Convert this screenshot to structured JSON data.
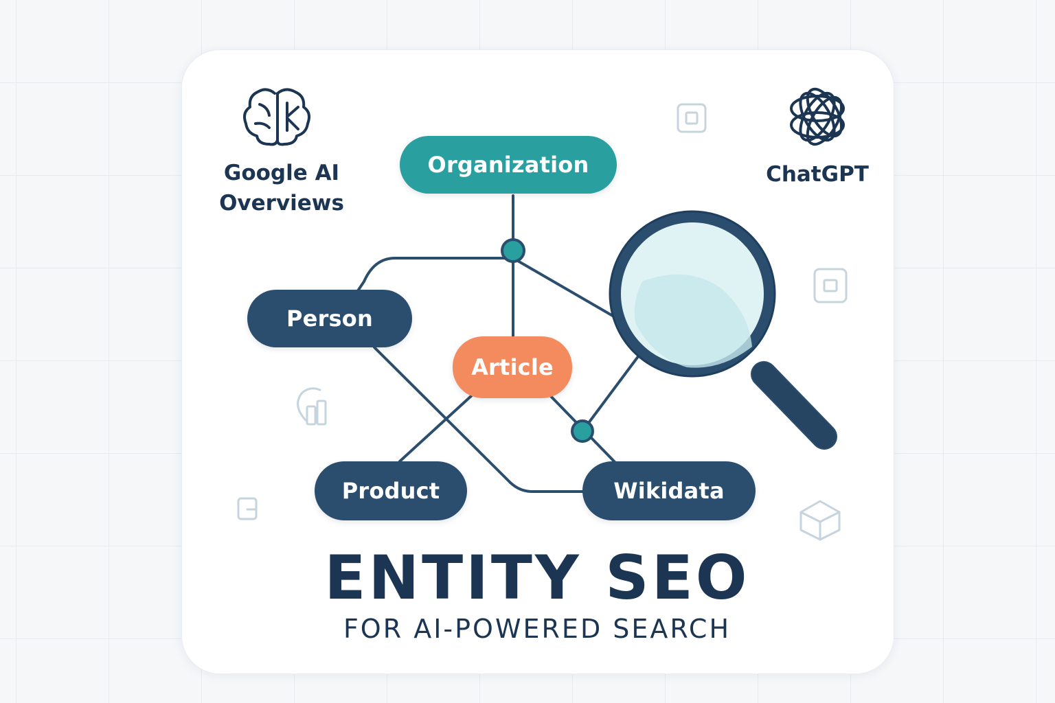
{
  "header": {
    "left_label_line1": "Google AI",
    "left_label_line2": "Overviews",
    "right_label": "ChatGPT"
  },
  "entities": {
    "organization": "Organization",
    "person": "Person",
    "article": "Article",
    "product": "Product",
    "wikidata": "Wikidata"
  },
  "title": {
    "main": "ENTITY SEO",
    "sub": "FOR AI-POWERED SEARCH"
  },
  "icons": {
    "left": "brain-icon",
    "right": "chatgpt-logo-icon",
    "search": "magnifying-glass-icon"
  },
  "colors": {
    "navy": "#2b4d6e",
    "teal": "#2a9fa0",
    "orange": "#f48b5e",
    "text": "#1c3552",
    "lens": "#dff2f4"
  }
}
